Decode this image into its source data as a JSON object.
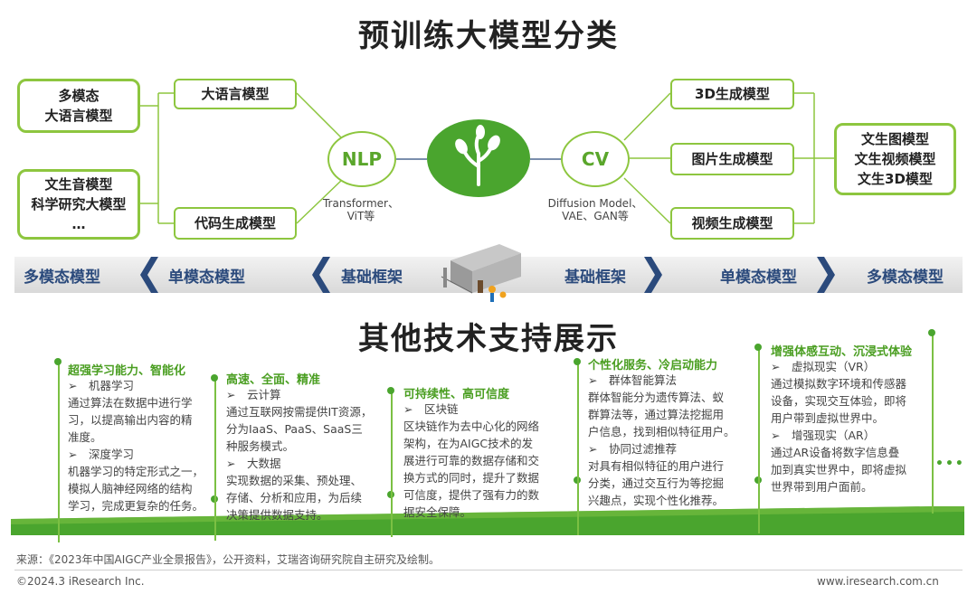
{
  "titles": {
    "top": "预训练大模型分类",
    "bottom": "其他技术支持展示"
  },
  "nlp": {
    "circle": "NLP",
    "note_line1": "Transformer、",
    "note_line2": "ViT等",
    "models": [
      "大语言模型",
      "代码生成模型"
    ],
    "multi1_line1": "多模态",
    "multi1_line2": "大语言模型",
    "multi2_line1": "文生音模型",
    "multi2_line2": "科学研究大模型",
    "multi2_line3": "…"
  },
  "center_icon": "plant-sprout-icon",
  "cv": {
    "circle": "CV",
    "note_line1": "Diffusion Model、",
    "note_line2": "VAE、GAN等",
    "models": [
      "3D生成模型",
      "图片生成模型",
      "视频生成模型"
    ],
    "multi_line1": "文生图模型",
    "multi_line2": "文生视频模型",
    "multi_line3": "文生3D模型"
  },
  "band": {
    "left_multi": "多模态模型",
    "left_single": "单模态模型",
    "left_base": "基础框架",
    "right_base": "基础框架",
    "right_single": "单模态模型",
    "right_multi": "多模态模型"
  },
  "columns": [
    {
      "title": "超强学习能力、智能化",
      "lines": [
        "➢　机器学习",
        "通过算法在数据中进行学",
        "习，以提高输出内容的精",
        "准度。",
        "➢　深度学习",
        "机器学习的特定形式之一，",
        "模拟人脑神经网络的结构",
        "学习，完成更复杂的任务。"
      ]
    },
    {
      "title": "高速、全面、精准",
      "lines": [
        "➢　云计算",
        "通过互联网按需提供IT资源，",
        "分为IaaS、PaaS、SaaS三",
        "种服务模式。",
        "➢　大数据",
        "实现数据的采集、预处理、",
        "存储、分析和应用，为后续",
        "决策提供数据支持。"
      ]
    },
    {
      "title": "可持续性、高可信度",
      "lines": [
        "➢　区块链",
        "区块链作为去中心化的网络",
        "架构，在为AIGC技术的发",
        "展进行可靠的数据存储和交",
        "换方式的同时，提升了数据",
        "可信度，提供了强有力的数",
        "据安全保障。"
      ]
    },
    {
      "title": "个性化服务、冷启动能力",
      "lines": [
        "➢　群体智能算法",
        "群体智能分为遗传算法、蚁",
        "群算法等，通过算法挖掘用",
        "户信息，找到相似特征用户。",
        "➢　协同过滤推荐",
        "对具有相似特征的用户进行",
        "分类，通过交互行为等挖掘",
        "兴趣点，实现个性化推荐。"
      ]
    },
    {
      "title": "增强体感互动、沉浸式体验",
      "lines": [
        "➢　虚拟现实（VR）",
        "通过模拟数字环境和传感器",
        "设备，实现交互体验，即将",
        "用户带到虚拟世界中。",
        "➢　增强现实（AR）",
        "通过AR设备将数字信息叠",
        "加到真实世界中，即将虚拟",
        "世界带到用户面前。"
      ]
    }
  ],
  "ellipsis": "•••",
  "footer": {
    "source": "来源：《2023年中国AIGC产业全景报告》，公开资料，艾瑞咨询研究院自主研究及绘制。",
    "copyright": "©2024.3 iResearch Inc.",
    "website": "www.iresearch.com.cn"
  },
  "colors": {
    "green": "#8dc63f",
    "dark_green": "#4a9e21",
    "navy": "#2b4a7c"
  }
}
